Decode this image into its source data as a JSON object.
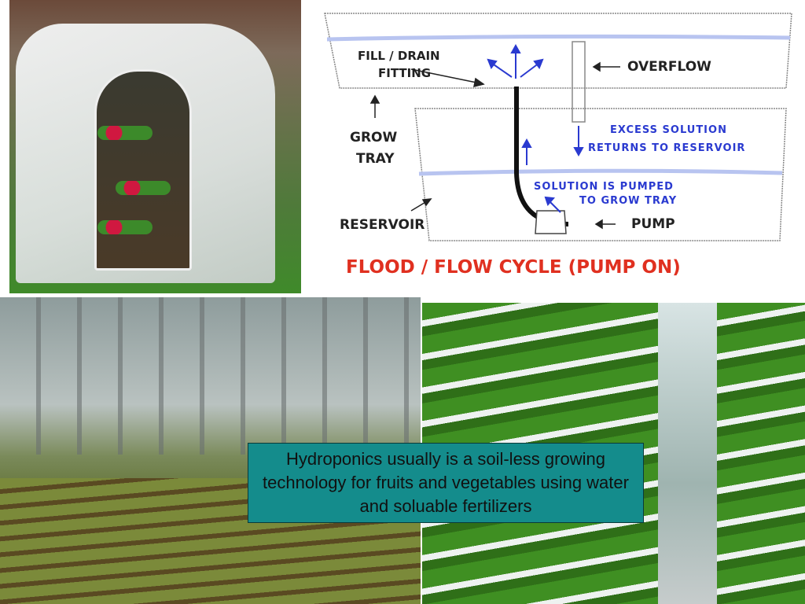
{
  "diagram": {
    "labels": {
      "fill_drain_1": "FILL / DRAIN",
      "fill_drain_2": "FITTING",
      "overflow": "OVERFLOW",
      "grow_tray_1": "GROW",
      "grow_tray_2": "TRAY",
      "excess_1": "EXCESS SOLUTION",
      "excess_2": "RETURNS TO RESERVOIR",
      "pumped_1": "SOLUTION IS PUMPED",
      "pumped_2": "TO GROW TRAY",
      "reservoir": "RESERVOIR",
      "pump": "PUMP"
    },
    "title": "FLOOD / FLOW CYCLE (PUMP ON)",
    "colors": {
      "title": "#e03020",
      "water": "#b8c4f0",
      "annotation": "#2a3ad0"
    }
  },
  "caption": {
    "text": "Hydroponics usually is a soil-less growing technology for fruits and vegetables using water and soluable fertilizers",
    "background": "#148c8c"
  }
}
